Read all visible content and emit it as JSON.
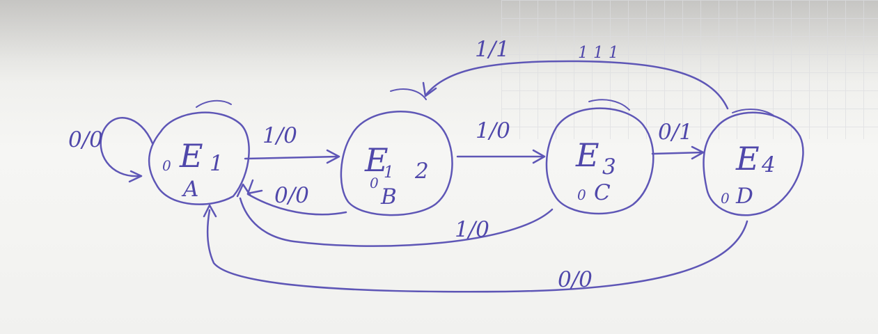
{
  "diagram": {
    "states": [
      {
        "name": "E",
        "index": "",
        "extra": "1",
        "letter": "A",
        "mark": "0"
      },
      {
        "name": "E",
        "index": "1",
        "extra": "2",
        "letter": "B",
        "mark": "0"
      },
      {
        "name": "E",
        "index": "3",
        "extra": "",
        "letter": "C",
        "mark": "0"
      },
      {
        "name": "E",
        "index": "4",
        "extra": "",
        "letter": "D",
        "mark": "0"
      }
    ],
    "transitions": {
      "self_loop": "0/0",
      "a_to_b": "1/0",
      "b_to_c": "1/0",
      "c_to_d": "0/1",
      "d_to_b": "1/1",
      "b_to_a": "0/0",
      "c_to_a": "1/0",
      "d_to_a": "0/0"
    },
    "margin_note": "1 1 1"
  },
  "ink_color": "#5e56b6"
}
